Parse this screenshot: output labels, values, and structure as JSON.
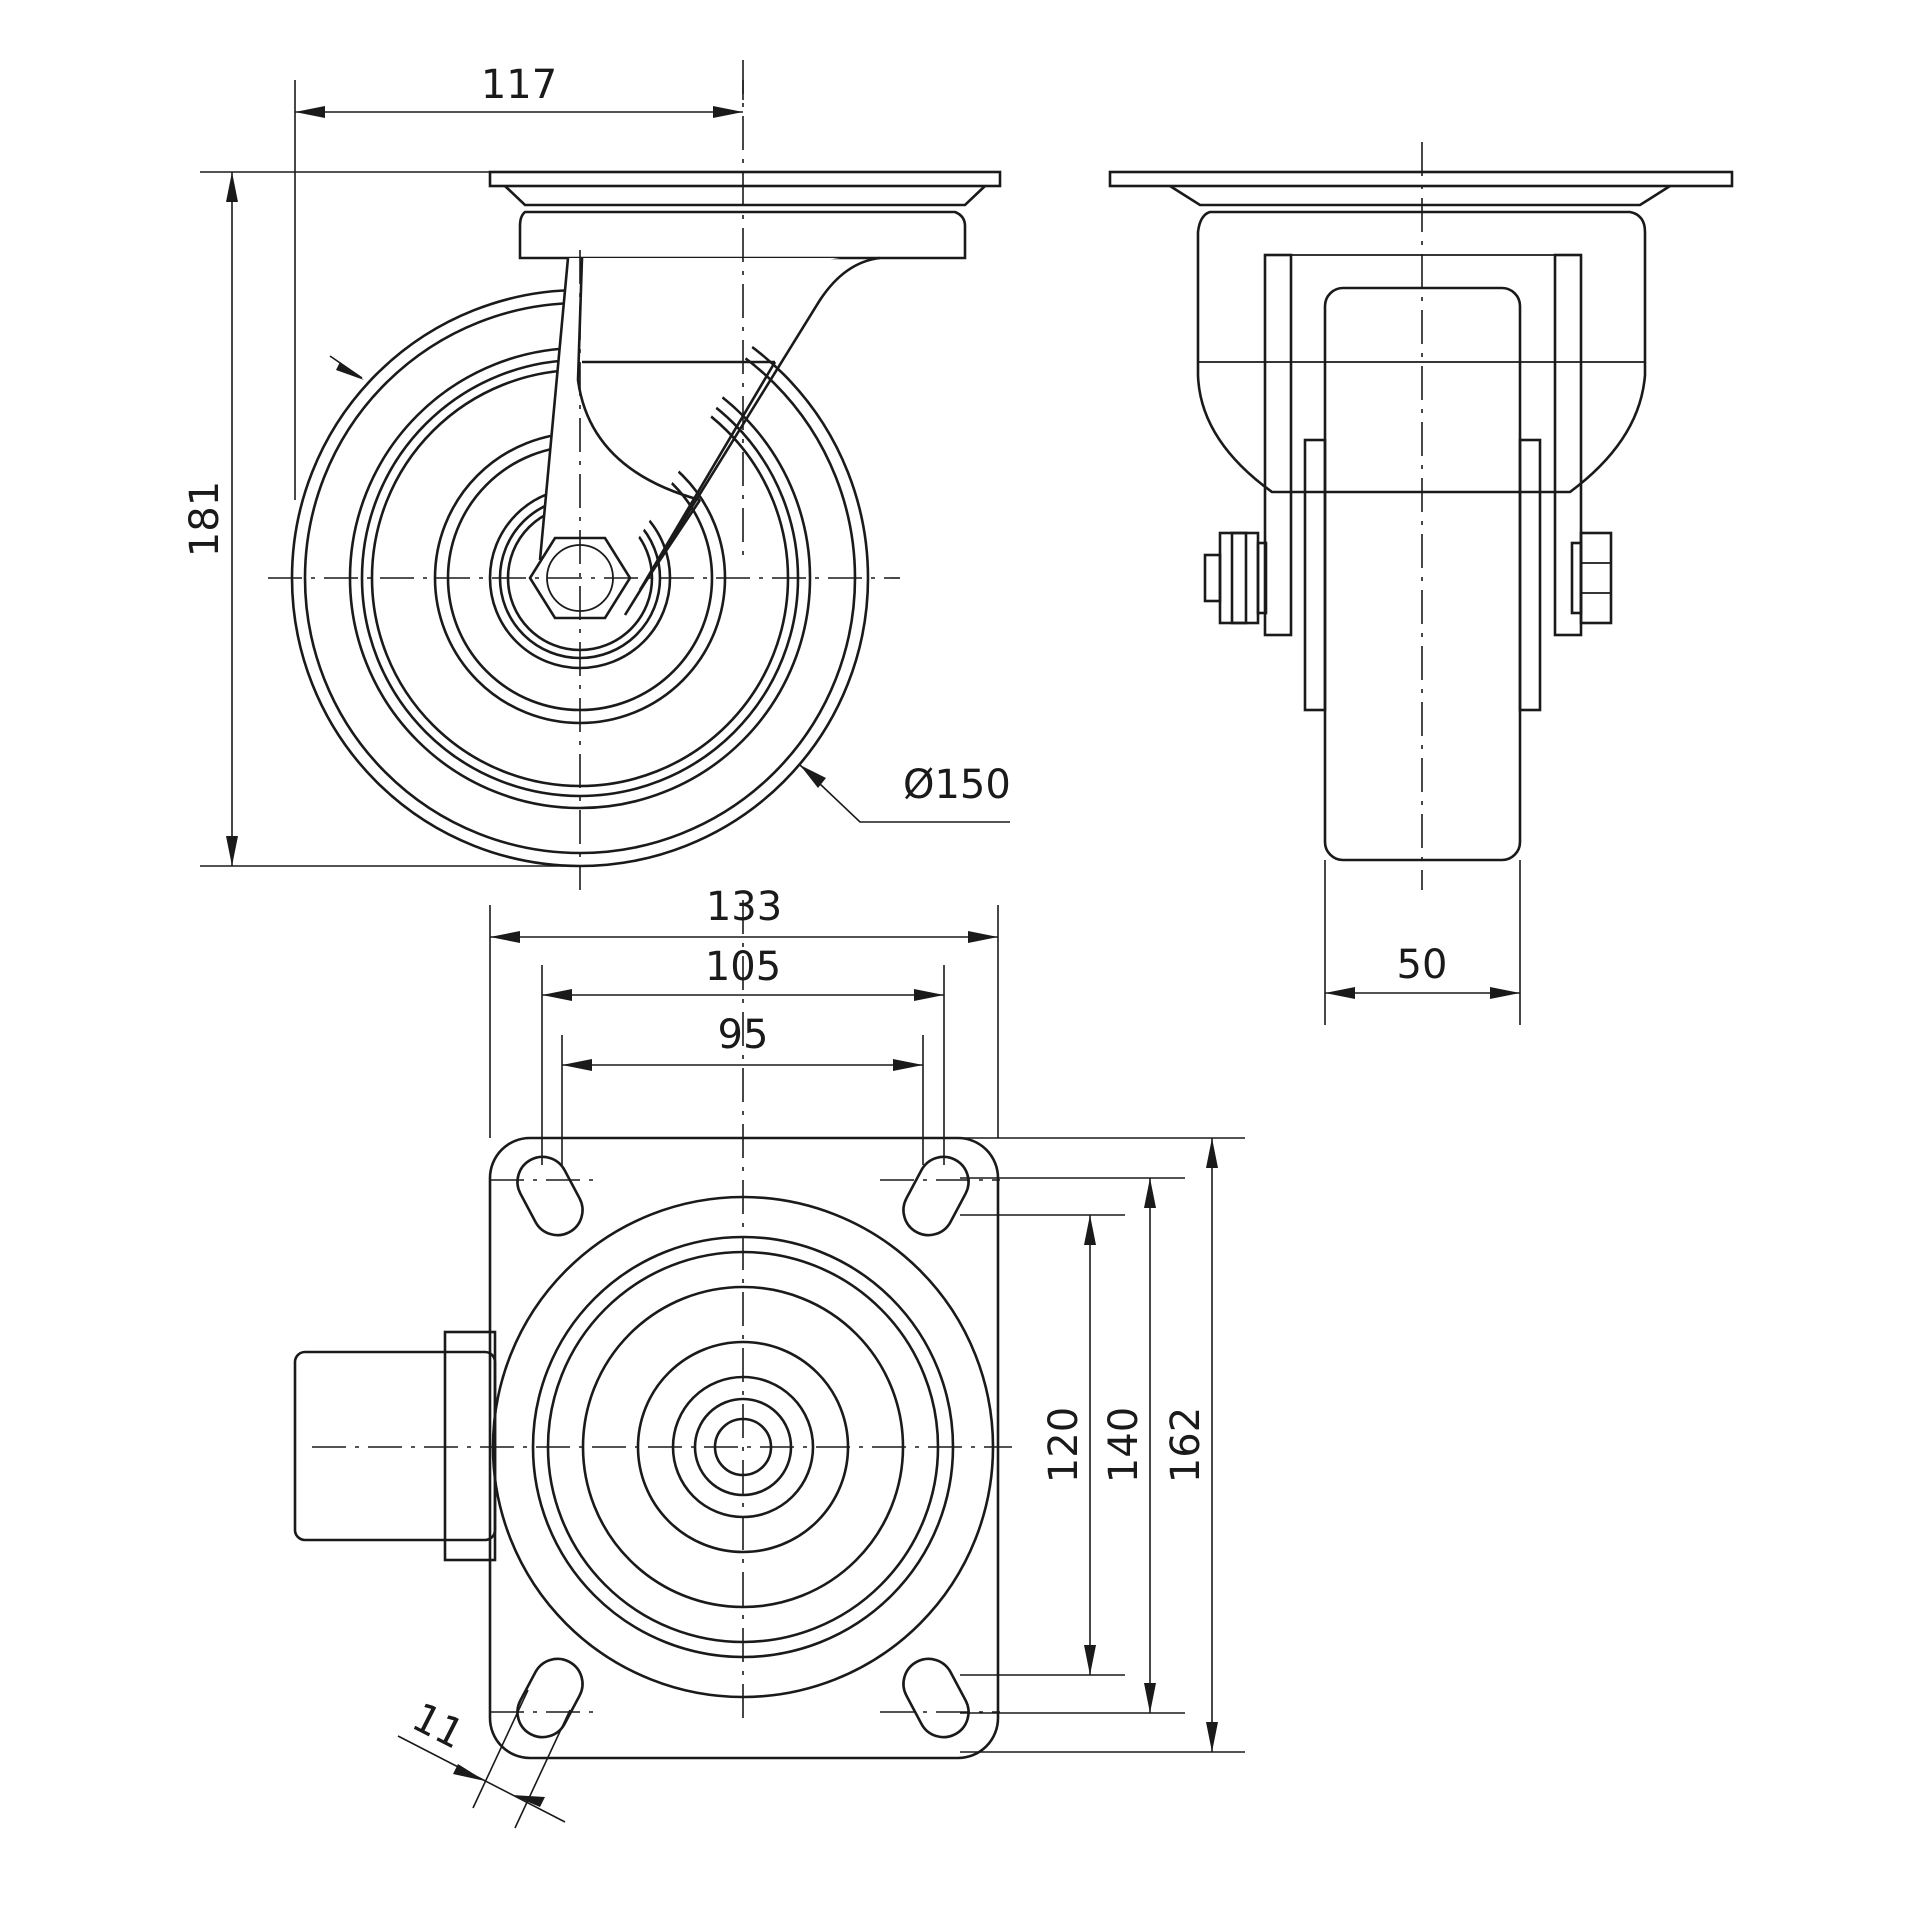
{
  "dimensions": {
    "mount_offset": "117",
    "total_height": "181",
    "wheel_diameter": "Ø150",
    "plate_width": "133",
    "hole_spacing_outer": "105",
    "hole_spacing_inner": "95",
    "wheel_width": "50",
    "hole_pitch_y_inner": "120",
    "hole_pitch_y_outer": "140",
    "plate_length": "162",
    "slot_width": "11"
  }
}
